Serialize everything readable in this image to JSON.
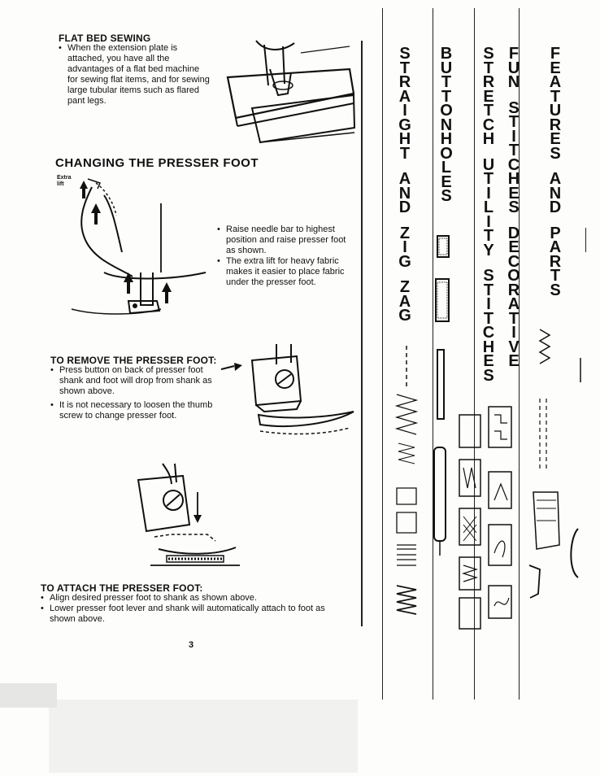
{
  "flat_bed": {
    "title": "FLAT BED SEWING",
    "bullets": [
      "When the extension plate is attached, you have all the advantages of a flat bed machine for sewing flat items, and for sewing large tubular items such as flared pant legs."
    ]
  },
  "changing": {
    "title": "CHANGING THE PRESSER FOOT",
    "extra_lift_label": "Extra lift",
    "bullets": [
      "Raise needle bar to highest position and raise presser foot as shown.",
      "The extra lift for heavy fabric makes it easier to place fabric under the presser foot."
    ]
  },
  "remove": {
    "title": "TO REMOVE THE PRESSER FOOT:",
    "bullets": [
      "Press button on back of presser foot shank and foot will drop from shank as shown above.",
      "It is not necessary to loosen the thumb screw to change presser foot."
    ]
  },
  "attach": {
    "title": "TO ATTACH THE PRESSER FOOT:",
    "bullets": [
      "Align desired presser foot to shank as shown above.",
      "Lower presser foot lever and shank will automatically attach to foot as shown above."
    ]
  },
  "page_number": "3",
  "tabs": [
    "STRAIGHT AND ZIG ZAG",
    "BUTTONHOLES",
    "STRETCH UTILITY STITCHES",
    "FUN STITCHES DECORATIVE",
    "FEATURES AND PARTS"
  ],
  "colors": {
    "ink": "#111111",
    "paper": "#fdfdfb"
  }
}
